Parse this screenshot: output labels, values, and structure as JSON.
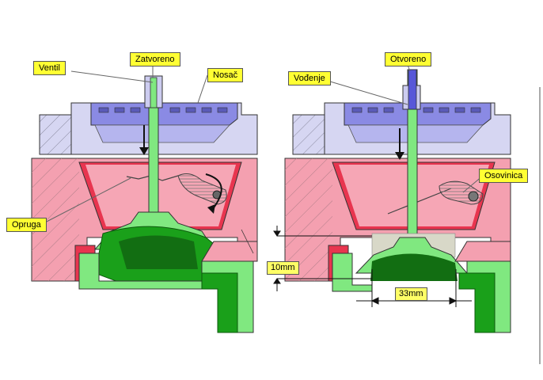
{
  "left_panel": {
    "state_label": "Zatvoreno",
    "valve_label": "Ventil",
    "bracket_label": "Nosač",
    "spring_label": "Opruga"
  },
  "right_panel": {
    "state_label": "Otvoreno",
    "guide_label": "Vođenje",
    "axle_label": "Osovinica",
    "lift_dimension": "10mm",
    "opening_dimension": "33mm"
  },
  "colors": {
    "housing_top": "#8f8fe6",
    "housing_upper": "#d2d2f0",
    "body_pink": "#f29aac",
    "chamber_red": "#e82a47",
    "valve_green": "#7eea7e",
    "seat_green": "#1ea81e",
    "callout_yellow": "#ffff33",
    "hatch": "#9a9aa8"
  }
}
